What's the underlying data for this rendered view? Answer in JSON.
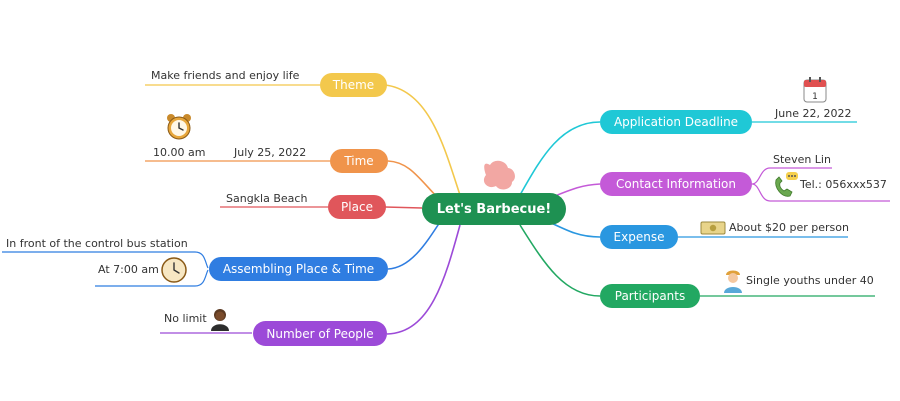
{
  "center": {
    "label": "Let's Barbecue!",
    "color": "#1e9152"
  },
  "topics": {
    "theme": {
      "label": "Theme",
      "color": "#f3c84c",
      "detail": "Make friends and enjoy life"
    },
    "time": {
      "label": "Time",
      "color": "#f0944b",
      "date": "July 25, 2022",
      "clock": "10.00 am",
      "icon": "alarm-clock-icon"
    },
    "place": {
      "label": "Place",
      "color": "#e0565b",
      "detail": "Sangkla Beach"
    },
    "assembling": {
      "label": "Assembling Place & Time",
      "color": "#2f7de1",
      "location": "In front of the control bus station",
      "time": "At 7:00 am",
      "icon": "clock-icon"
    },
    "people": {
      "label": "Number of People",
      "color": "#9c4ad8",
      "detail": "No limit",
      "icon": "person-avatar-icon"
    },
    "deadline": {
      "label": "Application Deadline",
      "color": "#1fc8d6",
      "detail": "June 22, 2022",
      "icon": "calendar-icon"
    },
    "contact": {
      "label": "Contact Information",
      "color": "#c45ad8",
      "name": "Steven Lin",
      "phone": "Tel.: 056xxx537",
      "icon": "phone-icon"
    },
    "expense": {
      "label": "Expense",
      "color": "#2a97e0",
      "detail": "About $20 per person",
      "icon": "money-icon"
    },
    "participants": {
      "label": "Participants",
      "color": "#22a862",
      "detail": "Single youths under 40",
      "icon": "person-icon"
    }
  },
  "decor": {
    "icon": "cloud-blob-icon",
    "color": "#f2a7a3"
  }
}
